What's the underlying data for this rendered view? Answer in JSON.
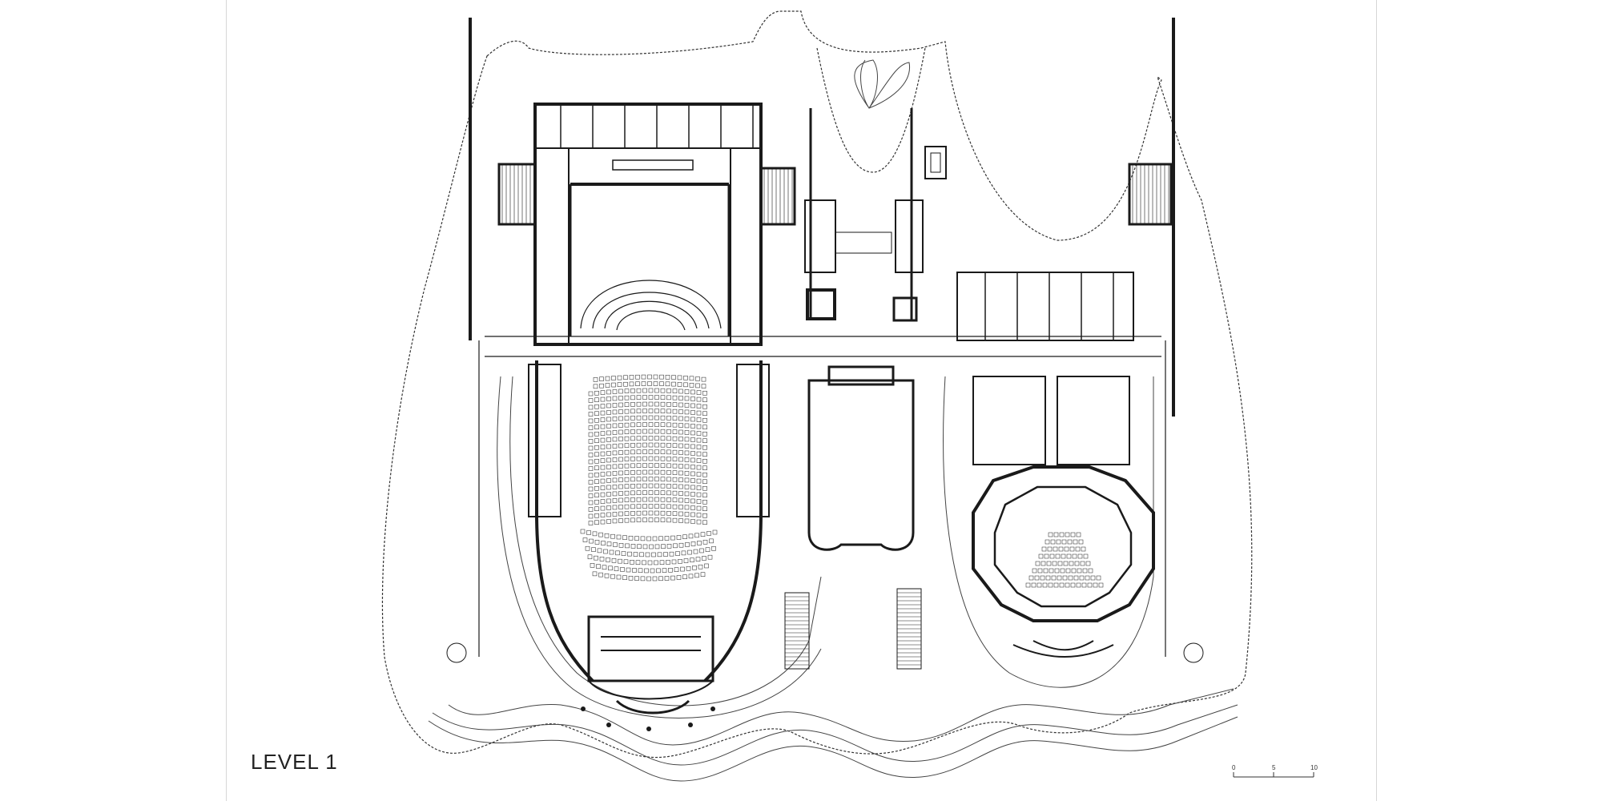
{
  "drawing": {
    "title": "LEVEL 1"
  },
  "scale_bar": {
    "ticks": [
      "0",
      "5",
      "10"
    ]
  },
  "colors": {
    "background": "#ffffff",
    "line": "#1a1a1a",
    "thin_line": "#444444"
  },
  "icons": {
    "seat": "seat-icon",
    "stair": "stair-icon",
    "column": "column-icon",
    "door": "door-icon"
  }
}
